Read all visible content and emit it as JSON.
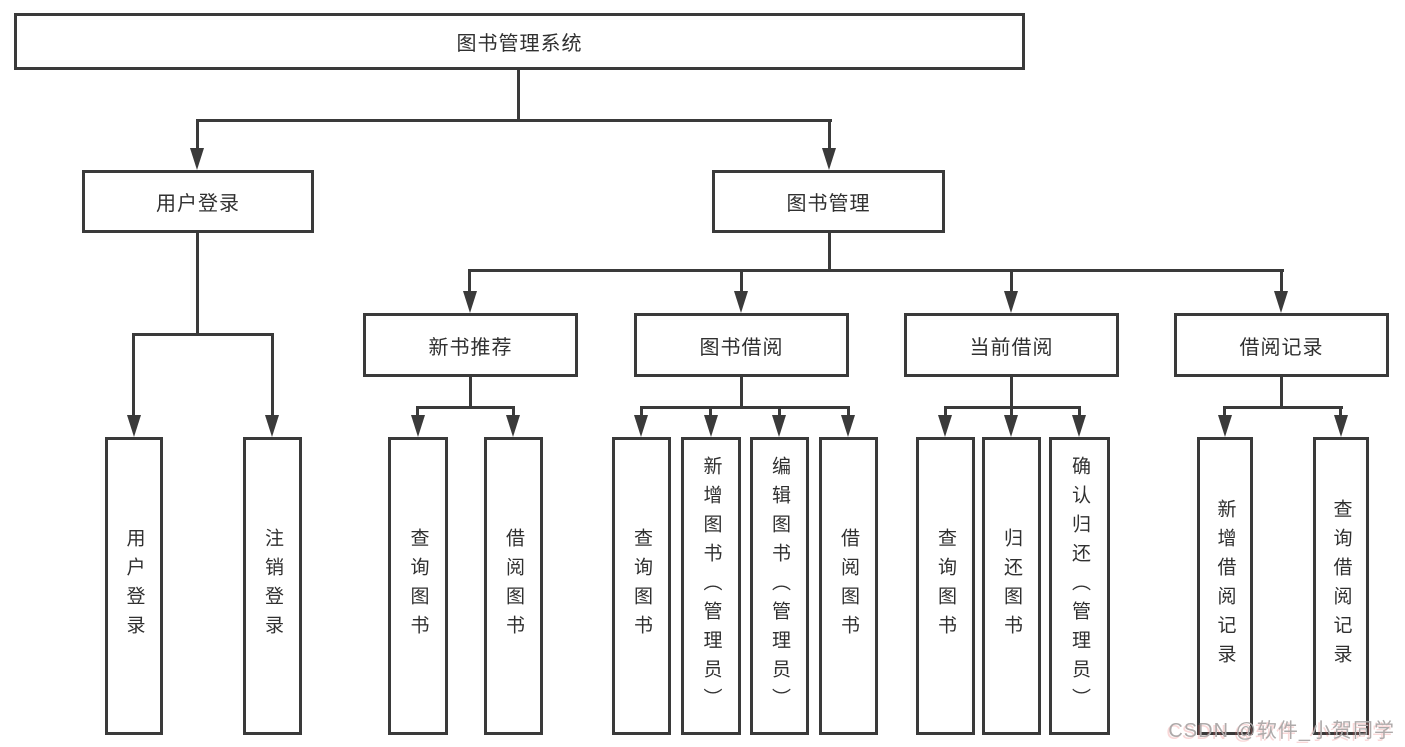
{
  "tree": {
    "root": {
      "label": "图书管理系统",
      "children": [
        {
          "label": "用户登录",
          "children": [
            {
              "label": "用户登录"
            },
            {
              "label": "注销登录"
            }
          ]
        },
        {
          "label": "图书管理",
          "children": [
            {
              "label": "新书推荐",
              "children": [
                {
                  "label": "查询图书"
                },
                {
                  "label": "借阅图书"
                }
              ]
            },
            {
              "label": "图书借阅",
              "children": [
                {
                  "label": "查询图书"
                },
                {
                  "label": "新增图书（管理员）"
                },
                {
                  "label": "编辑图书（管理员）"
                },
                {
                  "label": "借阅图书"
                }
              ]
            },
            {
              "label": "当前借阅",
              "children": [
                {
                  "label": "查询图书"
                },
                {
                  "label": "归还图书"
                },
                {
                  "label": "确认归还（管理员）"
                }
              ]
            },
            {
              "label": "借阅记录",
              "children": [
                {
                  "label": "新增借阅记录"
                },
                {
                  "label": "查询借阅记录"
                }
              ]
            }
          ]
        }
      ]
    }
  },
  "watermark": {
    "text": "CSDN @软件_小贺同学"
  },
  "colors": {
    "line": "#3a3a3a",
    "text": "#303030",
    "watermark": "#aeaaaa",
    "background": "#ffffff"
  }
}
